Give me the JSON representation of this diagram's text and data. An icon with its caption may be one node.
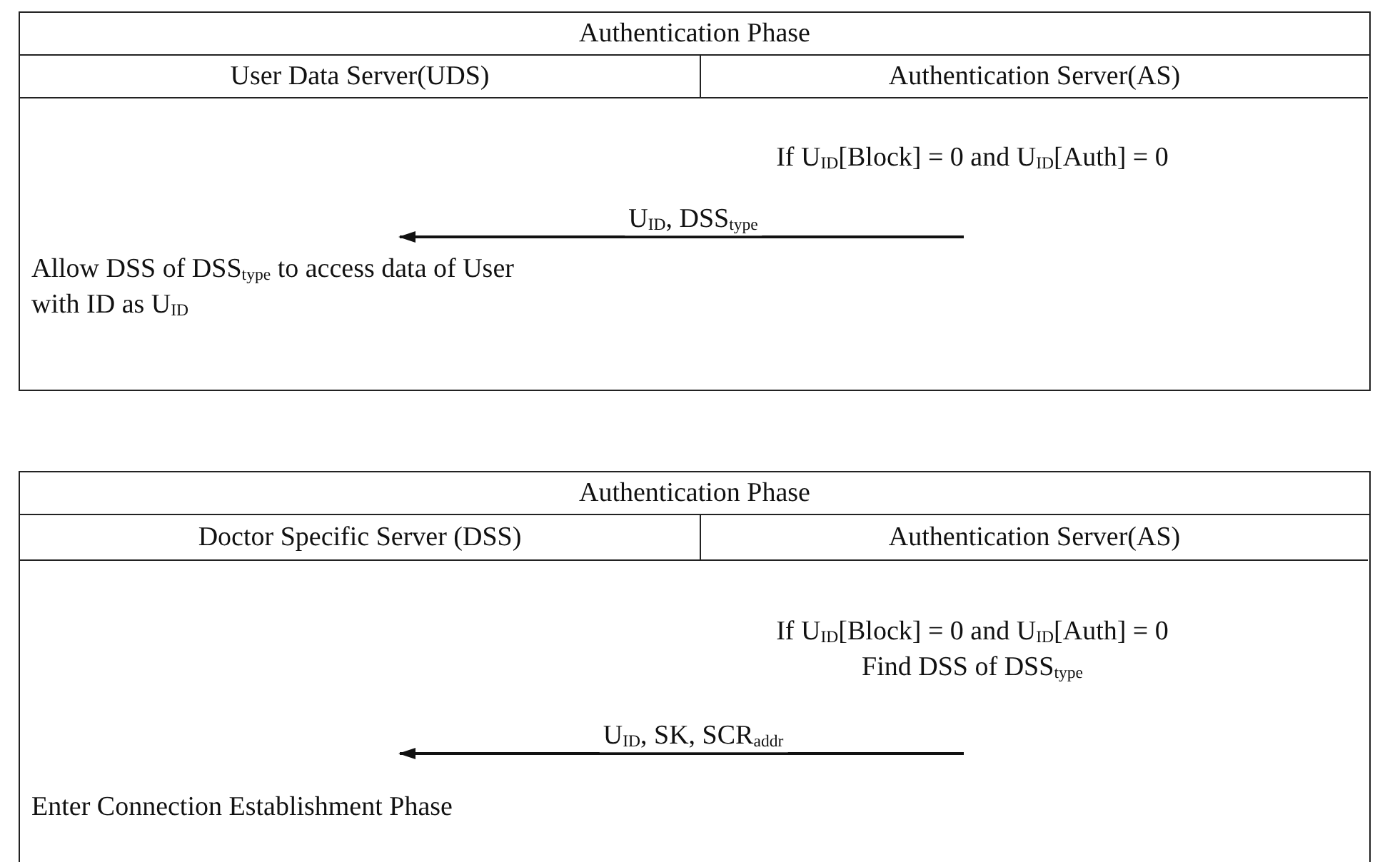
{
  "diagram": {
    "nodes": [
      {
        "text": [
          "Authentication Phase"
        ]
      },
      {
        "text": [
          "User Data Server(UDS)"
        ],
        "in": 0
      },
      {
        "text": [
          "Authentication Server(AS)"
        ],
        "in": 0
      },
      {
        "text": [
          "If U$_{ID}$[Block] = 0 and U$_{ID}$[Auth] = 0"
        ],
        "in": 0
      },
      {
        "text": [
          "Allow DSS of DSS$_{type}$ to access data of User with ID as U$_{ID}$"
        ],
        "in": 0
      },
      {
        "text": [
          "Authentication Phase"
        ]
      },
      {
        "text": [
          "Doctor Specific Server (DSS)"
        ],
        "in": 5
      },
      {
        "text": [
          "Authentication Server(AS)"
        ],
        "in": 5
      },
      {
        "text": [
          "If U$_{ID}$[Block] = 0 and U$_{ID}$[Auth] = 0",
          "Find DSS of DSS$_{type}$"
        ],
        "in": 5
      },
      {
        "text": [
          "Enter Connection Establishment Phase"
        ],
        "in": 5
      }
    ],
    "edges": [
      {
        "from": 3,
        "to": 4,
        "arrow": "to",
        "label": "U$_{ID}$, DSS$_{type}$"
      },
      {
        "from": 8,
        "to": 9,
        "arrow": "to",
        "label": "U$_{ID}$, SK, SCR$_{addr}$"
      }
    ]
  }
}
